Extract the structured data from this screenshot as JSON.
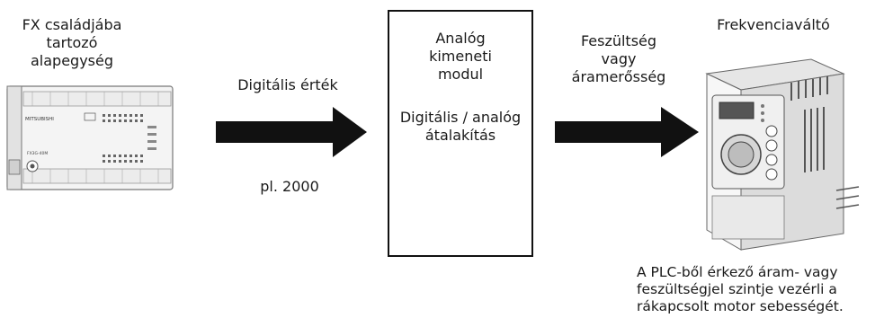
{
  "plc": {
    "label": [
      "FX családjába",
      "tartozó",
      "alapegység"
    ],
    "brand": "MITSUBISHI",
    "model": "FX3G-40M"
  },
  "arrow_left": {
    "label": "Digitális érték",
    "example": "pl. 2000"
  },
  "module": {
    "title": [
      "Analóg",
      "kimeneti",
      "modul"
    ],
    "function": [
      "Digitális / analóg",
      "átalakítás"
    ]
  },
  "arrow_right": {
    "label": [
      "Feszültség",
      "vagy",
      "áramerősség"
    ]
  },
  "inverter": {
    "label": "Frekvenciaváltó"
  },
  "note": [
    "A PLC-ből érkező áram- vagy",
    "feszültségjel szintje vezérli a",
    "rákapcsolt motor sebességét."
  ],
  "colors": {
    "arrow": "#111111",
    "device": "#f2f2f2",
    "device_dark": "#555555"
  }
}
